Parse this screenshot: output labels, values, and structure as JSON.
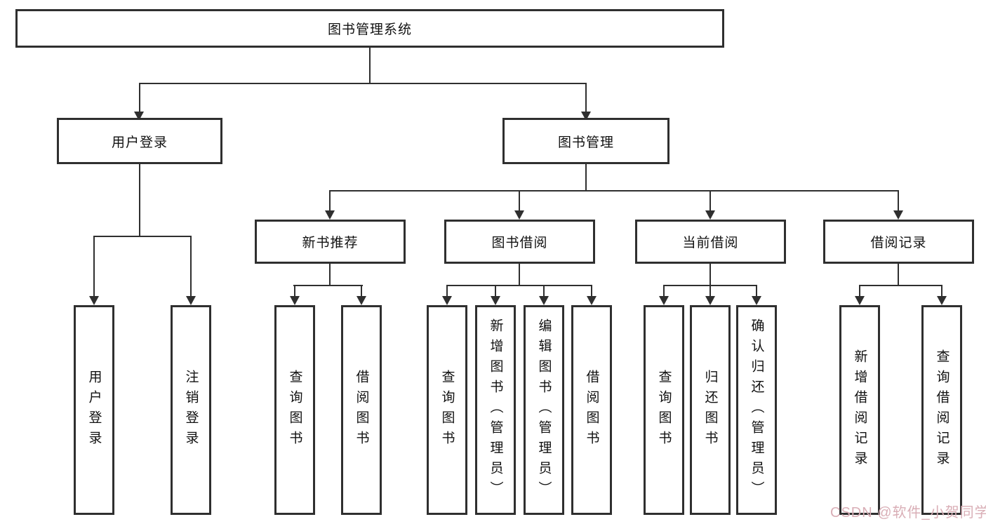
{
  "tree": {
    "root": "图书管理系统",
    "branches": [
      {
        "label": "用户登录",
        "children": [
          "用户登录",
          "注销登录"
        ]
      },
      {
        "label": "图书管理",
        "children": [
          {
            "label": "新书推荐",
            "children": [
              "查询图书",
              "借阅图书"
            ]
          },
          {
            "label": "图书借阅",
            "children": [
              "查询图书",
              "新增图书（管理员）",
              "编辑图书（管理员）",
              "借阅图书"
            ]
          },
          {
            "label": "当前借阅",
            "children": [
              "查询图书",
              "归还图书",
              "确认归还（管理员）"
            ]
          },
          {
            "label": "借阅记录",
            "children": [
              "新增借阅记录",
              "查询借阅记录"
            ]
          }
        ]
      }
    ]
  },
  "watermark": {
    "text": "CSDN @软件_小贺同学"
  },
  "colors": {
    "line": "#2f2f2f",
    "text": "#111111",
    "watermark": "#d9aeb6"
  }
}
